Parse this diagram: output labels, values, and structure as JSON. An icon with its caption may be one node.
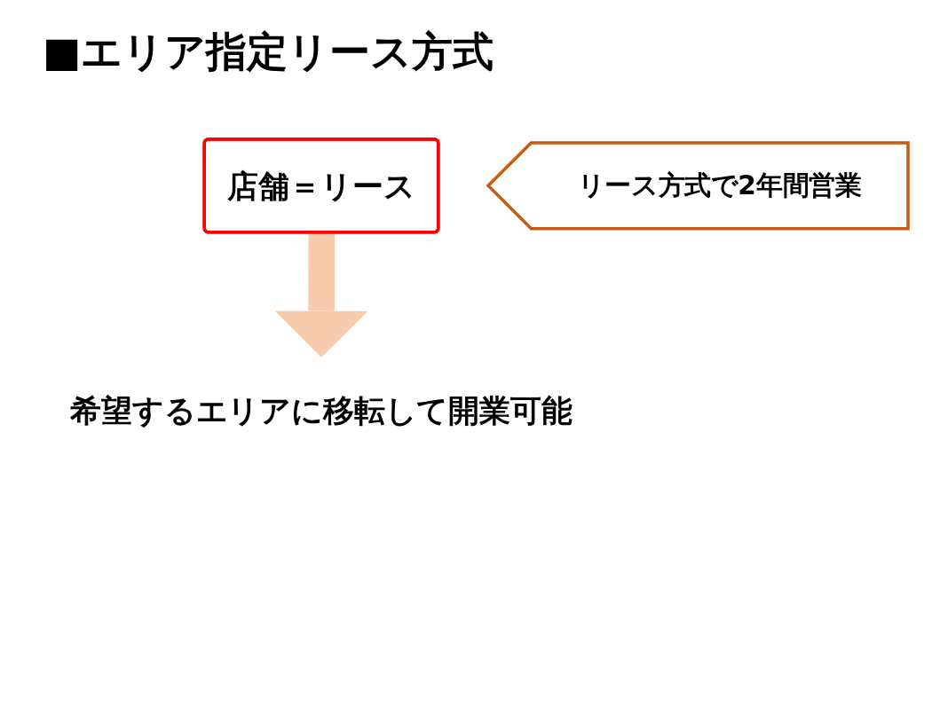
{
  "diagram": {
    "title": "■エリア指定リース方式",
    "nodes": [
      {
        "text": [
          "店舗＝リース"
        ]
      },
      {
        "text": [
          "希望するエリアに移転して開業可能"
        ]
      },
      {
        "text": [
          "リース方式で2年間営業"
        ]
      }
    ],
    "edges": [
      {
        "from": 0,
        "to": 1,
        "arrow": "to",
        "color": "#f8cbad"
      }
    ]
  }
}
